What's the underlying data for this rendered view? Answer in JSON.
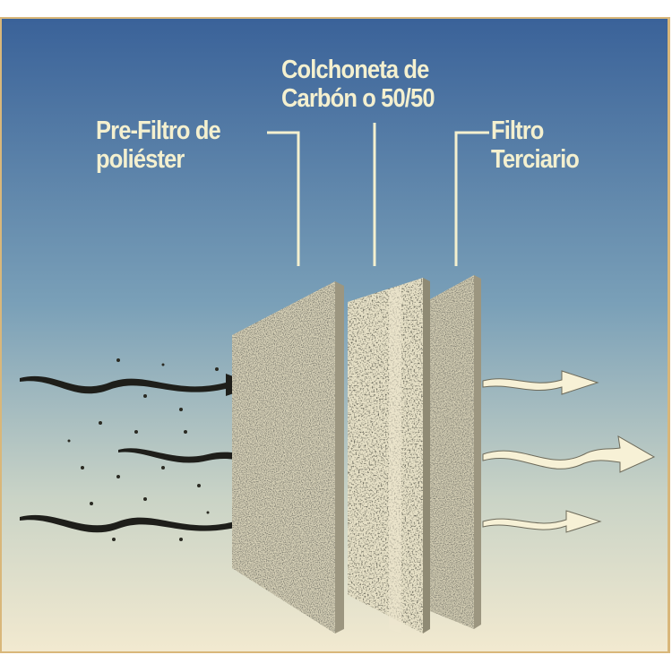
{
  "labels": {
    "prefilter": [
      "Pre-Filtro de",
      "poliéster"
    ],
    "carbon": [
      "Colchoneta de",
      "Carbón o 50/50"
    ],
    "tertiary": [
      "Filtro",
      "Terciario"
    ]
  },
  "colors": {
    "sky_top": "#3a6299",
    "sky_bottom": "#f3ead0",
    "label": "#f4f0cf",
    "frame": "#d9b77a"
  }
}
